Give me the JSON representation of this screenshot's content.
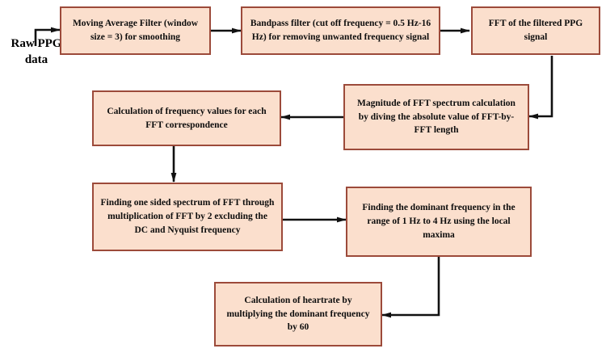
{
  "diagram": {
    "title_label": "Raw PPG data",
    "colors": {
      "node_fill": "#fbdfcd",
      "node_border": "#9c4a3a",
      "edge": "#111111",
      "text": "#0d0d0d",
      "background": "#ffffff"
    },
    "entry_label": {
      "line1": "Raw PPG",
      "line2": "data"
    },
    "nodes": [
      {
        "id": "moving-average-filter",
        "text": "Moving Average Filter (window size = 3) for smoothing"
      },
      {
        "id": "bandpass-filter",
        "text": "Bandpass filter (cut off frequency = 0.5 Hz-16 Hz) for removing unwanted frequency signal"
      },
      {
        "id": "fft-filtered-signal",
        "text": "FFT of the filtered PPG signal"
      },
      {
        "id": "magnitude-fft-spectrum",
        "text": "Magnitude of FFT spectrum calculation by diving the absolute value of FFT-by-FFT length"
      },
      {
        "id": "frequency-values-calculation",
        "text": "Calculation of frequency values for each FFT correspondence"
      },
      {
        "id": "one-sided-spectrum",
        "text": "Finding one sided spectrum of FFT through multiplication of FFT by 2 excluding the DC and Nyquist frequency"
      },
      {
        "id": "dominant-frequency",
        "text": "Finding the dominant frequency in the range of 1 Hz to 4 Hz using the local maxima"
      },
      {
        "id": "heartrate-calculation",
        "text": "Calculation of heartrate by multiplying the dominant frequency by 60"
      }
    ],
    "edges": [
      {
        "id": "entry-to-moving-average",
        "from": "raw-ppg-data",
        "to": "moving-average-filter"
      },
      {
        "id": "moving-average-to-bandpass",
        "from": "moving-average-filter",
        "to": "bandpass-filter"
      },
      {
        "id": "bandpass-to-fft",
        "from": "bandpass-filter",
        "to": "fft-filtered-signal"
      },
      {
        "id": "fft-to-magnitude",
        "from": "fft-filtered-signal",
        "to": "magnitude-fft-spectrum"
      },
      {
        "id": "magnitude-to-frequency-values",
        "from": "magnitude-fft-spectrum",
        "to": "frequency-values-calculation"
      },
      {
        "id": "frequency-values-to-one-sided",
        "from": "frequency-values-calculation",
        "to": "one-sided-spectrum"
      },
      {
        "id": "one-sided-to-dominant",
        "from": "one-sided-spectrum",
        "to": "dominant-frequency"
      },
      {
        "id": "dominant-to-heartrate",
        "from": "dominant-frequency",
        "to": "heartrate-calculation"
      }
    ]
  }
}
